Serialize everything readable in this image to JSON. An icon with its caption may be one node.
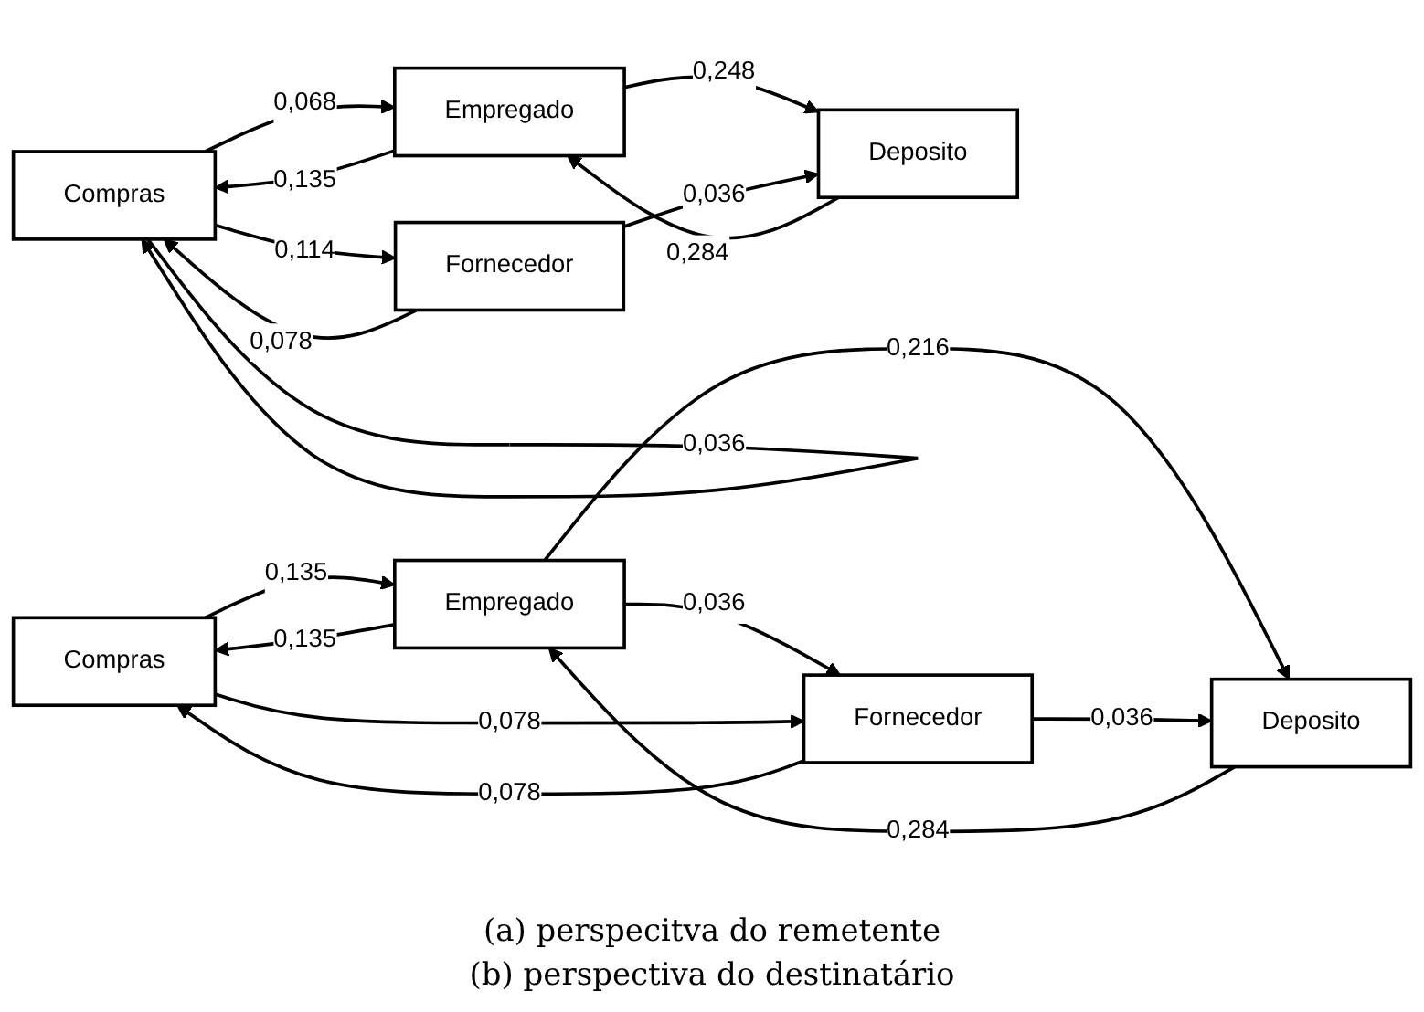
{
  "diagram": {
    "nodes": [
      {
        "text": [
          "Compras"
        ]
      },
      {
        "text": [
          "Empregado"
        ]
      },
      {
        "text": [
          "Fornecedor"
        ]
      },
      {
        "text": [
          "Deposito"
        ]
      },
      {
        "text": [
          "Compras"
        ]
      },
      {
        "text": [
          "Empregado"
        ]
      },
      {
        "text": [
          "Fornecedor"
        ]
      },
      {
        "text": [
          "Deposito"
        ]
      }
    ],
    "edges": [
      {
        "from": 0,
        "to": 0,
        "arrow": "to",
        "label": "0,036"
      },
      {
        "from": 0,
        "to": 1,
        "arrow": "to",
        "label": "0,068"
      },
      {
        "from": 1,
        "to": 0,
        "arrow": "to",
        "label": "0,135"
      },
      {
        "from": 1,
        "to": 3,
        "arrow": "to",
        "label": "0,248"
      },
      {
        "from": 3,
        "to": 1,
        "arrow": "to",
        "label": "0,284"
      },
      {
        "from": 0,
        "to": 2,
        "arrow": "to",
        "label": "0,114"
      },
      {
        "from": 2,
        "to": 0,
        "arrow": "to",
        "label": "0,078"
      },
      {
        "from": 2,
        "to": 3,
        "arrow": "to",
        "label": "0,036"
      },
      {
        "from": 5,
        "to": 7,
        "arrow": "to",
        "label": "0,216"
      },
      {
        "from": 7,
        "to": 5,
        "arrow": "to",
        "label": "0,284"
      },
      {
        "from": 4,
        "to": 5,
        "arrow": "to",
        "label": "0,135"
      },
      {
        "from": 5,
        "to": 4,
        "arrow": "to",
        "label": "0,135"
      },
      {
        "from": 5,
        "to": 6,
        "arrow": "to",
        "label": "0,036"
      },
      {
        "from": 6,
        "to": 7,
        "arrow": "to",
        "label": "0,036"
      },
      {
        "from": 4,
        "to": 6,
        "arrow": "to",
        "label": "0,078"
      },
      {
        "from": 6,
        "to": 4,
        "arrow": "to",
        "label": "0,078"
      }
    ],
    "labels": [
      "(a) perspecitva do remetente",
      "(b) perspectiva do destinatário"
    ]
  }
}
